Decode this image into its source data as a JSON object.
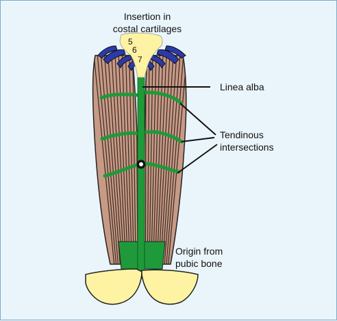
{
  "labels": {
    "insertion_line1": "Insertion in",
    "insertion_line2": "costal cartilages",
    "linea_alba": "Linea alba",
    "tendinous_line1": "Tendinous",
    "tendinous_line2": "intersections",
    "origin_line1": "Origin from",
    "origin_line2": "pubic bone"
  },
  "cartilage_numbers": [
    "5",
    "6",
    "7"
  ],
  "colors": {
    "muscle": "#c79a86",
    "fiber": "#3a2a22",
    "tendon": "#1f9a3a",
    "cartilage": "#2b3aa8",
    "bone": "#fdf3a3",
    "background": "#eaf5fb"
  }
}
